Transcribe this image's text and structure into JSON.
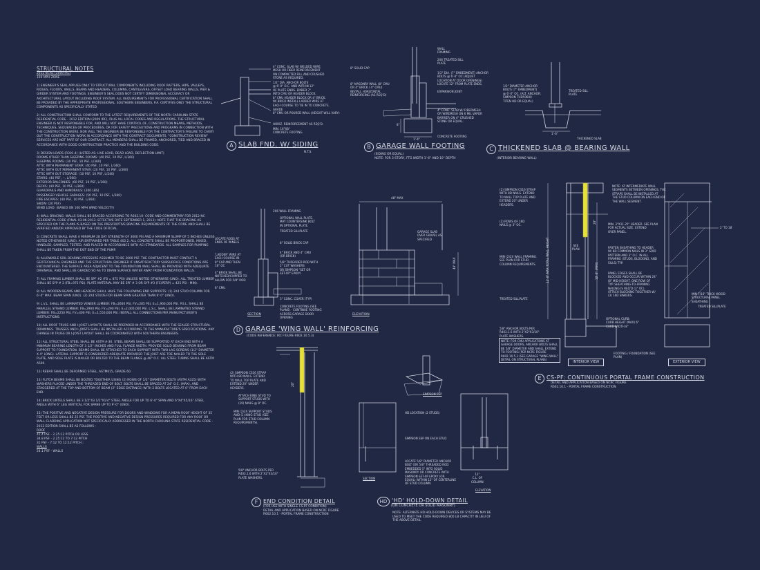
{
  "colors": {
    "background": "#212844",
    "linework": "#d6d9e4",
    "strap_highlight": "#e5e03a"
  },
  "notes": {
    "title": "STRUCTURAL NOTES",
    "code": "2012 NCRC (2009 IRC)",
    "wind": "100 mph ZONE",
    "paragraphs": [
      "1) ENGINEER'S SEAL APPLIES ONLY TO STRUCTURAL COMPONENTS INCLUDING ROOF RAFTERS, HIPS, VALLEYS, RIDGES, FLOORS, WALLS, BEAMS AND HEADERS, COLUMNS, CANTILEVERS, OFFSET LOAD BEARING WALLS, PIER & GIRDER SYSTEM AND FOOTINGS. ENGINEER'S SEAL DOES NOT CERTIFY DIMENSIONAL ACCURACY OR ARCHITECTURAL LAYOUT INCLUDING ROOF SYSTEM. ALL REQUIREMENTS FOR PROFESSIONAL CERTIFICATION SHALL BE PROVIDED BY THE APPROPRIATE PROFESSIONAL. SOUTHERN ENGINEERS, P.A. CERTIFIES ONLY THE STRUCTURAL COMPONENTS AS SPECIFICALLY STATED.",
      "2) ALL CONSTRUCTION SHALL CONFORM TO THE LATEST REQUIREMENTS OF THE NORTH CAROLINA STATE RESIDENTIAL CODE - 2012 EDITION (2009 IRC), PLUS ALL LOCAL CODES AND REGULATIONS. THE STRUCTURAL ENGINEER IS NOT RESPONSIBLE FOR, AND WILL NOT HAVE CONTROL OF, CONSTRUCTION MEANS, METHODS, TECHNIQUES, SEQUENCES OR PROCEDURES, OR FOR SAFETY PRECAUTIONS AND PROGRAMS IN CONNECTION WITH THE CONSTRUCTION WORK. NOR WILL THE ENGINEER BE RESPONSIBLE FOR THE CONTRACTOR'S FAILURE TO CARRY OUT THE CONSTRUCTION WORK IN ACCORDANCE WITH THE CONTRACT DOCUMENTS. \"CONSTRUCTION REVIEW\" SERVICES ARE NOT PART OF OUR CONTRACT. ALL MEMBERS SHALL BE FRAMED, ANCHORED, TIED AND BRACED IN ACCORDANCE WITH GOOD CONSTRUCTION PRACTICE AND THE BUILDING CODE.",
      "3) DESIGN LOADS (R301.4) (LISTED AS: LIVE LOAD, DEAD LOAD, DEFLECTION LIMIT)\nROOMS OTHER THAN SLEEPING ROOMS: (40 PSF, 10 PSF, L/360)\nSLEEPING ROOMS: (30 PSF, 10 PSF, L/360)\nATTIC WITH PERMANENT STAIR: (40 PSF, 10 PSF, L/360)\nATTIC WITH OUT PERMANENT STAIR: (20 PSF, 10 PSF, L/360)\nATTIC WITH OUT STORAGE: (10 PSF, 10 PSF, L/240)\nSTAIRS: (40 PSF, --, L/360)\nEXTERIOR BALCONIES: (60 PSF, 10 PSF, L/360)\nDECKS: (40 PSF, 10 PSF, L/360)\nGUARDRAILS AND HANDRAILS: (200 LBS)\nPASSENGER VEHICLE GARAGES: (50 PSF, 10 PSF, L/360)\nFIRE ESCAPES: (40 PSF, 10 PSF, L/360)\nSNOW: (20 PSF)\nWIND LOAD: (BASED ON 100 MPH WIND VELOCITY)",
      "4) WALL BRACING: WALLS SHALL BE BRACED ACCORDING TO R602.10- CODE AND COMMENTARY FOR 2012 NC RESIDENTIAL CODE (FINAL 03-06-2013- EFFECTIVE DATE SEPTEMBER 1, 2013). NOTE THAT THE BRACING AS SPECIFIED ON THE PLANS IS BASED ON THE PRESCRIPTIVE BRACING REQUIREMENTS OF THE CODE AND SHALL BE VERIFIED AND/OR APPROVED BY THE CODE OFFICIAL.",
      "5) CONCRETE SHALL HAVE A MINIMUM 28 DAY STRENGTH OF 3000 PSI AND A MAXIMUM SLUMP OF 5 INCHES UNLESS NOTED OTHERWISE (UNO). AIR ENTRAINED PER TABLE 402.2. ALL CONCRETE SHALL BE PROPORTIONED, MIXED, HANDLED, SAMPLED, TESTED, AND PLACED IN ACCORDANCE WITH ACI STANDARDS. ALL SAMPLES FOR PUMPING SHALL BE TAKEN FROM THE EXIT END OF THE PUMP.",
      "6) ALLOWABLE SOIL BEARING PRESSURE ASSUMED TO BE 2000 PSF. THE CONTRACTOR MUST CONTACT A GEOTECHNICAL ENGINEER AND THE STRUCTURAL ENGINEER IF UNSATISFACTORY SUBSURFACE CONDITIONS ARE ENCOUNTERED. THE SURFACE AREA ADJACENT TO THE FOUNDATION WALL SHALL BE PROVIDED WITH ADEQUATE DRAINAGE, AND SHALL BE GRADED SO AS TO DRAIN SURFACE WATER AWAY FROM FOUNDATION WALLS.",
      "7) ALL FRAMING LUMBER SHALL BE SPF #2 (Fb = 875 PSI) UNLESS NOTED OTHERWISE (UNO). ALL TREATED LUMBER SHALL BE SYP # 2 (Fb=975 PSI). PLATE MATERIAL MAY BE SPF # 3 OR SYP #3 (Fc(perp) = 425 PSI - MIN).",
      "8) ALL WOODEN BEAMS AND HEADERS SHALL HAVE THE FOLLOWING END SUPPORTS: (1) 2x4 STUD COLUMN FOR 6'-0\" MAX. BEAM SPAN (UNO). (2) 2X4 STUDS FOR BEAM SPAN GREATER THAN 6'-0\" (UNO).",
      "9) L.V.L. SHALL BE LAMINATED VENEER LUMBER: Fb=2600 PSI, Fv=285 PSI, E=1,900,000 PSI. P.S.L. SHALL BE PARALLEL STRAND LUMBER: Fb=2900 PSI, Fv=290 PSI, E=2,000,000 PSI. L.S.L. SHALL BE LAMINATED STRAND LUMBER: Fb=2250 PSI, Fv=400 PSI, E=1,550,000 PSI. INSTALL ALL CONNECTIONS PER MANUFACTURER'S INSTRUCTIONS.",
      "10) ALL ROOF TRUSS AND I-JOIST LAYOUTS SHALL BE PREPARED IN ACCORDANCE WITH THE SEALED STRUCTURAL DRAWINGS. TRUSSES AND I-JOISTS SHALL BE INSTALLED ACCORDING TO THE MANUFACTURE'S SPECIFICATIONS. ANY CHANGE IN TRUSS OR I-JOIST LAYOUT SHALL BE COORDINATED WITH SOUTHERN ENGINEERS.",
      "11) ALL STRUCTURAL STEEL SHALL BE ASTM A-36. STEEL BEAMS SHALL BE SUPPORTED AT EACH END WITH A MINIMUM BEARING LENGTH OF 3 1/2\" INCHES AND FULL FLANGE WIDTH. PROVIDE SOLID BEARING FROM BEAM SUPPORT TO FOUNDATION. BEAMS SHALL BE ATTACHED TO EACH SUPPORT WITH TWO LAG SCREWS (1/2\" DIAMETER x 4\" LONG). LATERAL SUPPORT IS CONSIDERED ADEQUATE PROVIDED THE JOIST ARE TOE NAILED TO THE SOLE PLATE, AND SOLE PLATE IS NAILED OR BOLTED TO THE BEAM FLANGE @ 48\" O.C. ALL STEEL TUBING SHALL BE ASTM A500.",
      "12) REBAR SHALL BE DEFORMED STEEL, ASTM615, GRADE 60.",
      "13) FLITCH BEAMS SHALL BE BOLTED TOGETHER USING (2) ROWS OF 1/2\" DIAMETER BOLTS (ASTM A325) WITH WASHERS PLACED UNDER THE THREADED END OF BOLT. BOLTS SHALL BE SPACED AT 24\" O.C. (MAX), AND STAGGERED AT THE TOP AND BOTTOM OF BEAM (2\" EDGE DISTANCE) WITH 2 BOLTS LOCATED AT 6\" FROM EACH END.",
      "14) BRICK LINTELS SHALL BE 3 1/2\"x3 1/2\"x1/4\" STEEL ANGLE FOR UP TO 6'-0\" SPAN AND 6\"x4\"x5/16\" STEEL ANGLE WITH 6\" LEG VERTICAL FOR SPANS UP TO 9'-0\" (UNO)."
    ],
    "p15": "15) THE POSITIVE AND NEGATIVE DESIGN PRESSURE FOR DOORS AND WINDOWS FOR A MEAN ROOF HEIGHT OF 35 FEET OR LESS SHALL BE 25 PSF. THE POSITIVE AND NEGATIVE DESIGN PRESSURES REQUIRED FOR ANY ROOF OR WALL CLADDING APPLICATION NOT SPECIFICALLY ADDRESSED IN THE NORTH CAROLINA STATE RESIDENTIAL CODE - 2012 EDITION SHALL BE AS FOLLOWS :",
    "roof_head": "ROOF",
    "roof_lines": "45.4 PSF - 2.25:12 PITCH OR LESS\n34.8 PSF - 2.25:12 TO 7:12 PITCH\n31 PSF - 7:12 TO 12:12 PITCH ;",
    "walls_head": "WALLS",
    "walls_lines": "24.1 PSF - WALLS"
  },
  "details": {
    "a": {
      "badge": "A",
      "title": "SLAB FND. W/ SIDING",
      "scale": "N.T.S.",
      "labels": {
        "slab": "4\" CONC. SLAB W/ WELDED WIRE\nMESH OR FIBER REINFORCEMENT\nON COMPACTED FILL AND CRUSHED\nSTONE AS REQUIRED.",
        "anchor": "1/2\" DIA. ANCHOR BOLTS\n@ 6'-0\" O.C. AND WITHIN 12\"\nOF PLATE ENDS. EMBED 7\"\nINTO CMU OR HEADER BLOCK.",
        "header": "8\" CMU HEADER BLOCK OR 4\" BRICK.\nW/ BRICK INSTALL LADDER WIRE AT\nEACH COURSE TO TIE IN TO CONCRETE.",
        "grade": "GRADE",
        "wall": "8\" CMU OR POURED WALL (HEIGHT WILL VARY)",
        "horiz": "HORIZ. REINFORCEMENT AS REQ'D.",
        "footing": "MIN. 16\"X8\"\nCONCRETE FOOTING"
      }
    },
    "b": {
      "badge": "B",
      "title": "GARAGE WALL FOOTING",
      "subtitle": "(SIDING OR EQUAL)\nNOTE: FOR 3-STORY, FTG WIDTH 1'-6\" AND 10\" DEPTH",
      "labels": {
        "cap": "8\" SOLID CAP",
        "masonry": "8\" MASONRY WALL (8\" CMU\nOR 4\" BRICK / 4\" CMU)\nINSTALL HORIZONTAL\nREINFORCING (AS REQ'D)",
        "framing": "WALL\nFRAMING",
        "sill": "2x6 TREATED SILL\nPLATE",
        "anchor": "1/2\" DIA. (7\" EMBEDMENT) ANCHOR\nBOLTS @ 6'-0\" OC (ADJUST\nLOCATION AT DOOR OPENINGS)\nLOCATE 12\" FROM PLATE ENDS.",
        "joint": "EXPANSION JOINT",
        "slab": "4\" CONC. SLAB w/ FIBERMESH\nOR WIREMESH ON 6 MIL VAPOR\nBARRIER ON 4\" CRUSHED\nSTONE OR EQUAL.",
        "footing": "CONCRETE FOOTING",
        "width": "1'-4\"",
        "depth": "8\""
      }
    },
    "c": {
      "badge": "C",
      "title": "THICKENED SLAB @ BEARING WALL",
      "subtitle": "(INTERIOR BEARING WALL)",
      "labels": {
        "anchor": "1/2\" DIAMETER ANCHOR\nBOLTS (7\" EMBEDMENT)\n@ 6'-0\" OC. (ALT. ANCHOR:\nSIMPSON THD50600\nTITEN HD OR EQUAL)",
        "sill": "TREATED SILL\nPLATE",
        "slab": "THICKENED SLAB",
        "width": "1'-6\""
      }
    },
    "d": {
      "badge": "D",
      "title": "GARAGE 'WING WALL' REINFORCING",
      "subtitle": "(CODE REFERENCE: IRC FIGURE R602.10.5.3)",
      "section_label": "SECTION",
      "elevation_label": "ELEVATION",
      "labels": {
        "framing": "2x6 WALL FRAMING",
        "plate": "OPTIONAL WALL PLATE.\nMAY COUNTERSINK BOLT\nIN OPTIONAL PLATE.",
        "sill": "TREATED SILLPLATE",
        "cap": "8\" SOLID BRICK CAP",
        "brick": "4\" BRICK AND 4\" CMU\n(OR BRICK)",
        "rod": "5/8\" THREADED ROD WITH\n2\" CUT WASHERS\nOR SIMPSON \"SET OR\nSET-XP\" EPOXY.",
        "cover": "3\" CONC. COVER (TYP)",
        "footing": "CONCRETE FOOTING (SEE\nPLANS) - CONTINUE FOOTING\nACROSS GARAGE DOOR\nOPENING",
        "rods": "LOCATE RODS AT\nENDS OF PANELS",
        "ladder": "'LADDER' WIRE AT\nEACH COURSE IN\n8\" CAP AND THEN\n16\" OC",
        "notch": "4\" BRICK SHALL BE\nNOTCHED/CHIPPED TO\nALLOW FOR 5/8\" ROD",
        "cmu": "8\" CMU",
        "slab": "GARAGE SLAB\nOVER GRAVEL AS\nSPECIFIED",
        "width": "48\" MAX",
        "height": "48\" MAX"
      }
    },
    "e": {
      "badge": "E",
      "title": "CS-PF: CONTINUOUS PORTAL FRAME CONSTRUCTION",
      "subtitle": "DETAIL AND APPLICATION BASED ON NCRC FIGURE\nR602.10.1 - PORTAL FRAME CONSTRUCTION",
      "interior_label": "INTERIOR VIEW",
      "exterior_label": "EXTERIOR VIEW",
      "labels": {
        "strap": "(2) SIMPSON CS16 STRAP\nWITH 8d NAILS. EXTEND\nTO WALL TOP PLATE AND\nEXTEND 20\" UNDER\nHEADERS.",
        "nails": "(2) ROWS OF 16d\nNAILS @ 3\" OC.",
        "framing": "MIN (2)2X WALL FRAMING.\nSEE PLAN FOR STUD\nCOLUMN REQUIREMENTS.",
        "sill": "TREATED SILLPLATE",
        "anchor": "5/8\" ANCHOR BOLTS PER\nR403.1.6 WITH 2\"x2\"x3/16\"\nPLATE WASHERS.",
        "note": "NOTE: FOR CMU APPLICATIONS AT\nGARAGE DOORS, ANCHOR BOLTS SHALL\nBE 5/8\" DIAMETER AND SHALL EXTEND\nTO FOOTING (PER NCRC FIGURE\nR602.10.5.3 (SEE GARAGE \"WING WALL\"\nDETAIL ON STRUCTURAL PLANS)",
        "intermediate": "NOTE: AT INTERMEDIATE WALL\nSEGMENTS BETWEEN OPENINGS, THE\nSTRAPS SHALL BE INSTALLED AT\nTHE STUD COLUMN ON EACH END OF\nTHE WALL SEGMENT.",
        "header": "MIN. 3\"x11.25\" HEADER. SEE PLAN\nFOR ACTUAL SIZE. EXTEND\nOVER PANEL.",
        "fasten": "FASTEN SHEATHING TO HEADER\nW/ 8d COMMON NAILS IN 3\" GRID\nPATTERN AND 3\" O.C. IN ALL\nFRAMING (STUDS, BLOCKING, AND\nSILLS) TYP.",
        "panel": "PANEL EDGES SHALL BE\nBLOCKED AND OCCUR WITHIN 24\"\nOF MID-HEIGHT. ONE ROW OF\nTYP. SHEATHING-TO-FRAMING\nNAILING IS REQ'D (3\" OC).\nATTACH BLOCKING TOGETHER W/\n(3) 16d SINKERS.",
        "curb": "OPTIONAL CURB:\nCURB HEIGHT (MAX) 6\"\nCURB WIDTH 8\"",
        "foundation": "FOOTING / FOUNDATION (SEE\nPLAN)",
        "sheathing": "MIN 7/16\" THICK WOOD\nSTRUCTURAL PANEL\nSHEATHING",
        "sill_ext": "TREATED SILLPLATE",
        "see_plan": "SEE\nPLAN",
        "dim20": "20\"",
        "height_total": "12'-0\" MAX TOTAL WALL HEIGHT",
        "height": "10'-0\" (MAX)",
        "range": "2' TO 18'"
      }
    },
    "f": {
      "badge": "F",
      "title": "END CONDITION DETAIL",
      "subtitle": "(FOR USE WITH SINGLE CS-PF CONDITION)\nDETAIL AND APPLICATION BASED ON NCRC FIGURE\nR602.10.1 - PORTAL FRAME CONSTRUCTION",
      "labels": {
        "strap": "(2) SIMPSON CS16 STRAP\nWITH 8d NAILS. EXTEND\nTO WALL TOP PLATE AND\nEXTEND 20\" UNDER\nHEADERS.",
        "king": "ATTACH KING STUD TO\nSUPPORT STUDS WITH\n(10) NAILS @ 8\" OC.",
        "support": "MIN (2)2X SUPPORT STUDS\nAND (1) KING STUD (SEE\nPLAN FOR STUD COLUMN\nREQUIREMENTS).",
        "anchor": "5/8\" ANCHOR BOLTS PER\nR403.1.6 WITH 2\"x2\"x3/16\"\nPLATE WASHERS.",
        "dim20": "20\""
      }
    },
    "ssp": {
      "label": "SIMPSON SSP"
    },
    "hd": {
      "badge": "HD",
      "title": "'HD' HOLD-DOWN DETAIL",
      "subtitle": "(ON CONCRETE OR SOLID MASONRY)",
      "note": "NOTE: ALTERNATE HD HOLD-DOWN DEVICES OR SYSTEMS MAY BE\nUSED TO MEET THE CODE REQUIRED 800 LB CAPACITY IN LIEU OF\nTHE ABOVE DETAIL.",
      "section_label": "SECTION",
      "elevation_label": "ELEVATION",
      "labels": {
        "location": "HD LOCATION (2 STUDS)",
        "ssp": "SIMPSON SSP ON EACH STUD",
        "anchor": "LOCATE 5/8\" DIAMETER ANCHOR\nBOLT (OR 5/8\" THREADED ROD\nEMBEDDED 5\" INTO SOLID\nMASONRY OR CONCRETE WITH\nSIMPSON SET-XP EPOXY (OR\nEQUAL) WITHIN 12\" OF CENTERLINE\nOF STUD COLUMN.",
        "dim": "12\"\nC.L. OF\nCOLUMN"
      }
    }
  }
}
